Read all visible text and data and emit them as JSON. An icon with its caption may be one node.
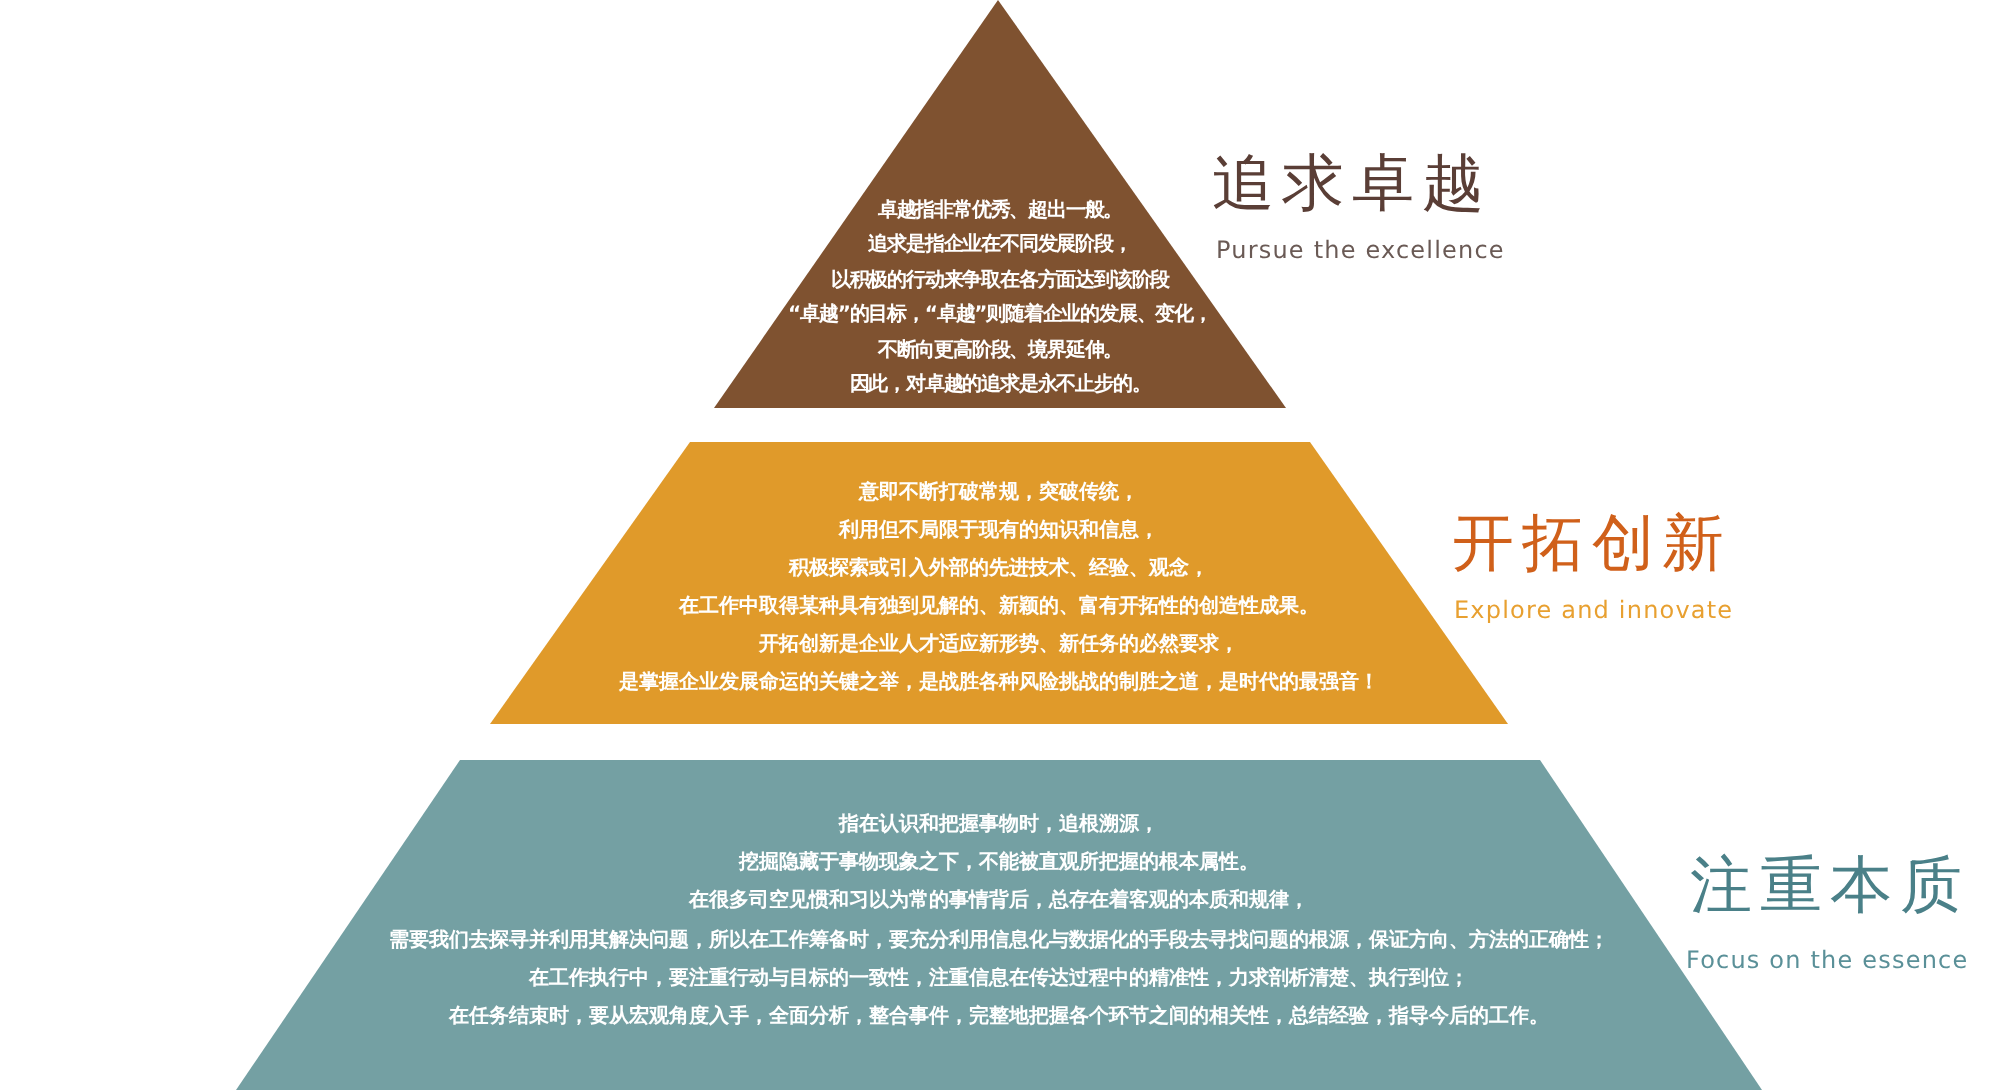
{
  "diagram": {
    "nodes": [
      {
        "text": [
          "卓越指非常优秀、超出一般。",
          "追求是指企业在不同发展阶段，",
          "以积极的行动来争取在各方面达到该阶段",
          "“卓越”的目标，“卓越”则随着企业的发展、变化，",
          "不断向更高阶段、境界延伸。",
          "因此，对卓越的追求是永不止步的。"
        ],
        "beside": [
          "追求卓越",
          "Pursue the excellence"
        ]
      },
      {
        "text": [
          "意即不断打破常规，突破传统，",
          "利用但不局限于现有的知识和信息，",
          "积极探索或引入外部的先进技术、经验、观念，",
          "在工作中取得某种具有独到见解的、新颖的、富有开拓性的创造性成果。",
          "开拓创新是企业人才适应新形势、新任务的必然要求，",
          "是掌握企业发展命运的关键之举，是战胜各种风险挑战的制胜之道，是时代的最强音！"
        ],
        "beside": [
          "开拓创新",
          "Explore and innovate"
        ]
      },
      {
        "text": [
          "指在认识和把握事物时，追根溯源，",
          "挖掘隐藏于事物现象之下，不能被直观所把握的根本属性。",
          "在很多司空见惯和习以为常的事情背后，总存在着客观的本质和规律，",
          "需要我们去探寻并利用其解决问题，所以在工作筹备时，要充分利用信息化与数据化的手段去寻找问题的根源，保证方向、方法的正确性；",
          "在工作执行中，要注重行动与目标的一致性，注重信息在传达过程中的精准性，力求剖析清楚、执行到位；",
          "在任务结束时，要从宏观角度入手，全面分析，整合事件，完整地把握各个环节之间的相关性，总结经验，指导今后的工作。"
        ],
        "beside": [
          "注重本质",
          "Focus on the essence"
        ]
      }
    ]
  }
}
